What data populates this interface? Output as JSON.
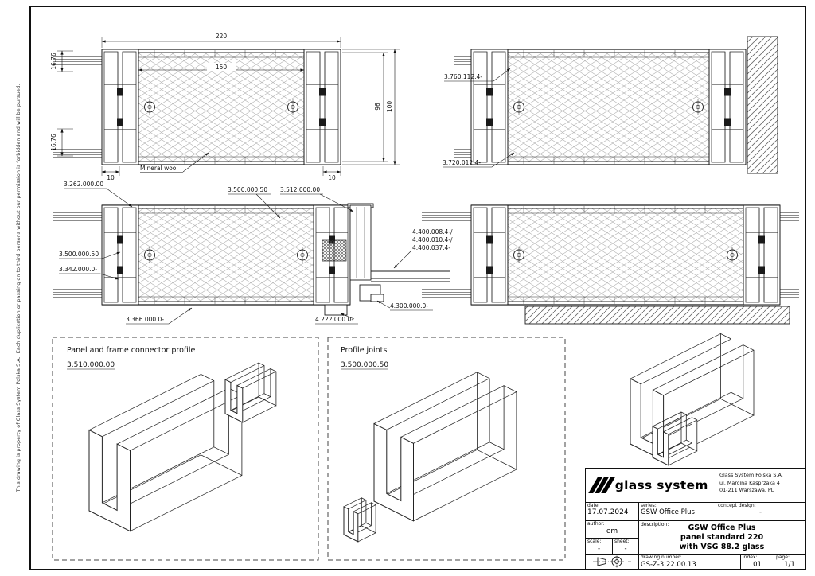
{
  "notice": "This drawing is property of Glass System Polska S.A.. Each duplication or passing on to third persons without our permission is forbidden and will be pursued.",
  "section_top_left": {
    "dim_total_width": "220",
    "dim_core_width": "150",
    "dim_glass_top": "16.76",
    "dim_glass_bottom": "16.76",
    "dim_height_inner": "96",
    "dim_height_outer": "100",
    "dim_edge_left": "10",
    "dim_edge_right": "10",
    "mineral_wool_label": "Mineral wool"
  },
  "section_top_right": {
    "profile_top": "3.760.112.4-",
    "profile_bottom": "3.720.012.4-"
  },
  "section_middle_left": {
    "profile_top_rail": "3.262.000.00",
    "profile_joint_top": "3.500.000.50",
    "profile_end": "3.512.000.00",
    "profile_joint_left": "3.500.000.50",
    "profile_mullion": "3.342.000.0-",
    "profile_bottom_rail": "3.366.000.0-",
    "profile_bottom_adapter": "4.222.000.0-",
    "profile_corner": "4.300.000.0-",
    "gasket_option_1": "4.400.008.4-/",
    "gasket_option_2": "4.400.010.4-/",
    "gasket_option_3": "4.400.037.4-"
  },
  "details": {
    "box1_title": "Panel and frame connector profile",
    "box1_code": "3.510.000.00",
    "box2_title": "Profile joints",
    "box2_code": "3.500.000.50"
  },
  "title_block": {
    "logo_text": "glass system",
    "company": "Glass System Polska S.A.",
    "address_line1": "ul. Marcina Kasprzaka 4",
    "address_line2": "01-211 Warszawa, PL",
    "date_label": "date:",
    "date_value": "17.07.2024",
    "series_label": "series:",
    "series_value": "GSW Office Plus",
    "concept_label": "concept design:",
    "concept_value": "-",
    "author_label": "author:",
    "author_value": "em",
    "description_label": "description:",
    "description_line1": "GSW Office Plus",
    "description_line2": "panel standard 220",
    "description_line3": "with VSG 88.2 glass",
    "scale_label": "scale:",
    "scale_value": "-",
    "sheet_label": "sheet:",
    "sheet_value": "-",
    "drawing_number_label": "drawing number:",
    "drawing_number_value": "GS-Z-3.22.00.13",
    "index_label": "index:",
    "index_value": "01",
    "page_label": "page:",
    "page_value": "1/1"
  }
}
